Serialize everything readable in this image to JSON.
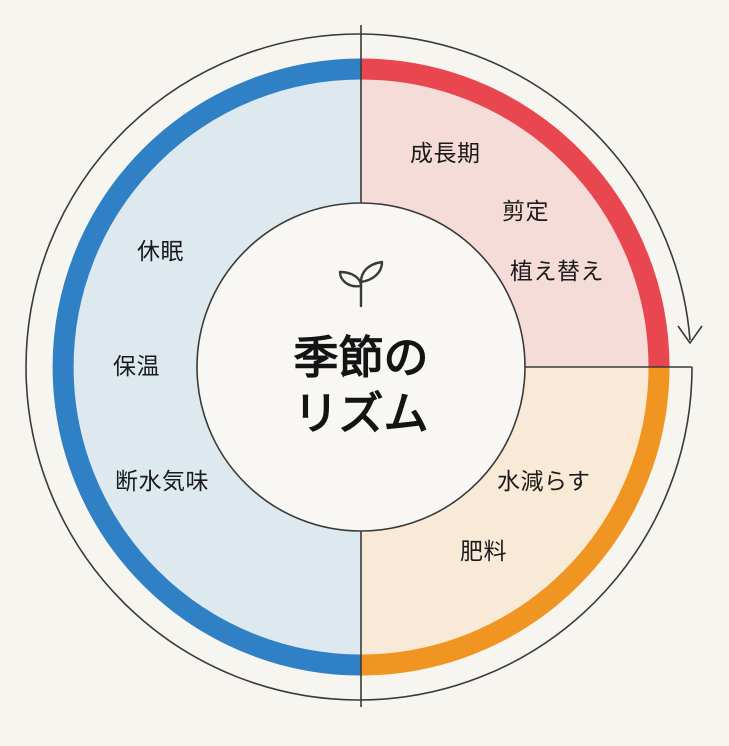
{
  "title": {
    "line1": "季節の",
    "line2": "リズム"
  },
  "center_icon": "sprout-icon",
  "segments": [
    {
      "name": "growth",
      "color": "#e8474f",
      "fill": "#f5dcd8",
      "items": [
        "成長期",
        "剪定",
        "植え替え"
      ]
    },
    {
      "name": "late-season",
      "color": "#f09521",
      "fill": "#f8ead6",
      "items": [
        "水減らす",
        "肥料"
      ]
    },
    {
      "name": "dormancy",
      "color": "#2f80c4",
      "fill": "#dde8ef",
      "items": [
        "休眠",
        "保温",
        "断水気味"
      ]
    }
  ],
  "arrow_icon": "clockwise-arrow-icon",
  "colors": {
    "background": "#f7f5f0",
    "stroke": "#3a3a3a"
  }
}
